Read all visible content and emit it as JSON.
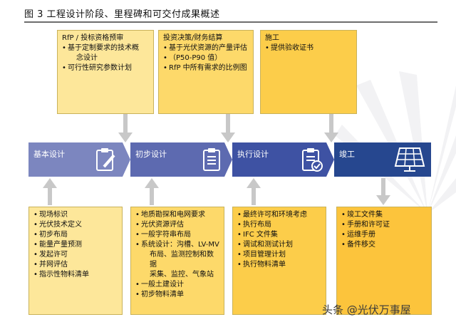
{
  "title": "图 3 工程设计阶段、里程碑和可交付成果概述",
  "top_boxes": [
    {
      "title": "RfP / 投标资格预审",
      "items": [
        {
          "text": "基于定制要求的技术概",
          "sub": false
        },
        {
          "text": "念设计",
          "sub": true
        },
        {
          "text": "可行性研究参数计划",
          "sub": false
        }
      ]
    },
    {
      "title": "投资决策/财务结算",
      "items": [
        {
          "text": "基于光伏资源的产量评估",
          "sub": false
        },
        {
          "text": "（P50-P90 值）",
          "sub": false
        },
        {
          "text": "RfP 中所有需求的比例图",
          "sub": false
        }
      ]
    },
    {
      "title": "施工",
      "items": [
        {
          "text": "提供验收证书",
          "sub": false
        }
      ]
    }
  ],
  "phases": [
    {
      "label": "基本设计",
      "icon": "clipboard-pencil-icon"
    },
    {
      "label": "初步设计",
      "icon": "clipboard-list-icon"
    },
    {
      "label": "执行设计",
      "icon": "clipboard-check-icon"
    },
    {
      "label": "竣工",
      "icon": "solar-panel-icon"
    }
  ],
  "bottom_boxes": [
    {
      "items": [
        {
          "text": "现场标识",
          "sub": false
        },
        {
          "text": "光伏技术定义",
          "sub": false
        },
        {
          "text": "初步布局",
          "sub": false
        },
        {
          "text": "能量产量预测",
          "sub": false
        },
        {
          "text": "发起许可",
          "sub": false
        },
        {
          "text": "并网评估",
          "sub": false
        },
        {
          "text": "指示性物料清单",
          "sub": false
        }
      ]
    },
    {
      "items": [
        {
          "text": "地质勘探和电网要求",
          "sub": false
        },
        {
          "text": "光伏资源评估",
          "sub": false
        },
        {
          "text": "一般字符串布局",
          "sub": false
        },
        {
          "text": "系统设计：沟槽、LV-MV",
          "sub": false
        },
        {
          "text": "布局、监测控制和数据",
          "sub": true
        },
        {
          "text": "采集、监控、气象站",
          "sub": true
        },
        {
          "text": "一般土建设计",
          "sub": false
        },
        {
          "text": "初步物料清单",
          "sub": false
        }
      ]
    },
    {
      "items": [
        {
          "text": "最终许可和环境考虑",
          "sub": false
        },
        {
          "text": "执行布局",
          "sub": false
        },
        {
          "text": "IFC 文件集",
          "sub": false
        },
        {
          "text": "调试和测试计划",
          "sub": false
        },
        {
          "text": "项目管理计划",
          "sub": false
        },
        {
          "text": "执行物料清单",
          "sub": false
        }
      ]
    },
    {
      "items": [
        {
          "text": "竣工文件集",
          "sub": false
        },
        {
          "text": "手册和许可证",
          "sub": false
        },
        {
          "text": "运维手册",
          "sub": false
        },
        {
          "text": "备件移交",
          "sub": false
        }
      ]
    }
  ],
  "watermark": "头条 @光伏万事屋",
  "colors": {
    "band1": "#7c86bf",
    "band2": "#5d6ab0",
    "band3": "#3e52a3",
    "band4": "#26478f",
    "yellow": "#fcc43c",
    "arrow": "#c8c8c8"
  }
}
